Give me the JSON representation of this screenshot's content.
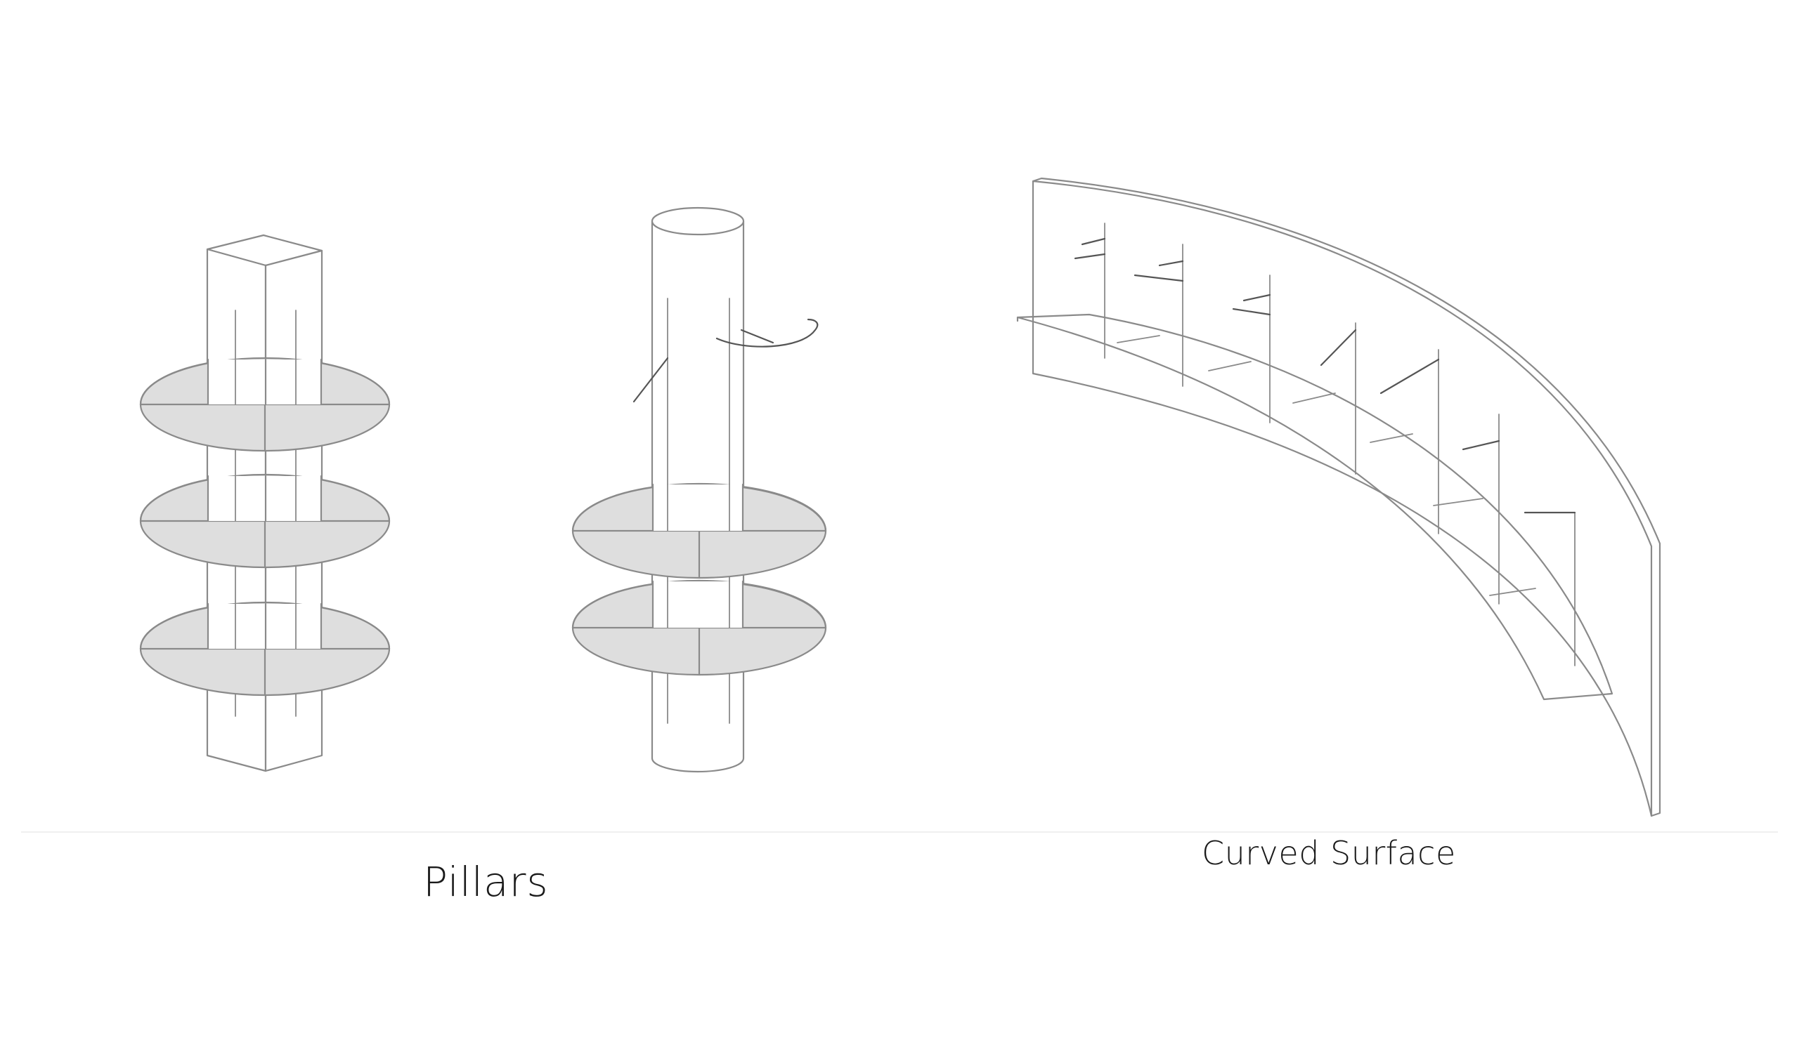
{
  "captions": {
    "pillars": "Pillars",
    "curved_surface": "Curved Surface"
  },
  "figures": [
    {
      "name": "square-pillar-with-shelves",
      "shelves": 3
    },
    {
      "name": "round-pillar-with-shelves",
      "shelves": 2
    },
    {
      "name": "curved-surface-with-shelf",
      "shelves": 1
    }
  ],
  "colors": {
    "line": "#8a8a8a",
    "shelf_fill": "#dedede",
    "background": "#ffffff",
    "caption_text": "#1a1a1a"
  }
}
